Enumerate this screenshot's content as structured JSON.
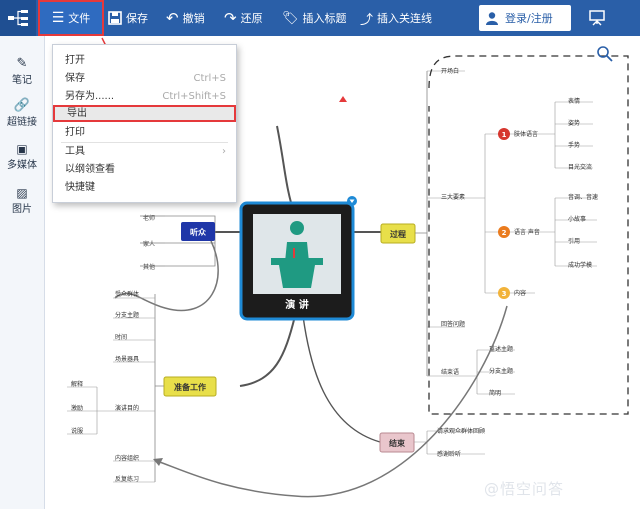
{
  "toolbar": {
    "file": "文件",
    "save": "保存",
    "undo": "撤销",
    "redo": "还原",
    "insert_topic": "插入标题",
    "insert_link": "插入关连线",
    "login": "登录/注册"
  },
  "rail": {
    "notes": "笔记",
    "hyperlink": "超链接",
    "multimedia": "多媒体",
    "picture": "图片"
  },
  "file_menu": [
    {
      "label": "打开",
      "shortcut": ""
    },
    {
      "label": "保存",
      "shortcut": "Ctrl+S"
    },
    {
      "label": "另存为......",
      "shortcut": "Ctrl+Shift+S"
    },
    {
      "label": "导出",
      "shortcut": ""
    },
    {
      "label": "打印",
      "shortcut": ""
    },
    {
      "label": "工具",
      "shortcut": "›"
    },
    {
      "label": "以纲领查看",
      "shortcut": ""
    },
    {
      "label": "快捷键",
      "shortcut": ""
    }
  ],
  "mindmap": {
    "center": "演 讲",
    "audience": "听众",
    "audience_items": [
      "老师",
      "家人",
      "其他"
    ],
    "prep": "准备工作",
    "prep_items": [
      "受众群体",
      "分支主题",
      "时间",
      "场景器具",
      "演讲目的",
      "内容组织",
      "反复练习"
    ],
    "purpose_items": [
      "解释",
      "激励",
      "说服"
    ],
    "process": "过程",
    "process_items": [
      "开场白",
      "三大要素",
      "回答问题",
      "结束语"
    ],
    "elements": [
      "1",
      "2",
      "3"
    ],
    "element_labels": [
      "肢体语言",
      "语言 声音",
      "内容"
    ],
    "body_items": [
      "表情",
      "姿势",
      "手势",
      "目光交流"
    ],
    "voice_items": [
      "音调、音速",
      "小故事",
      "引用",
      "成功学模"
    ],
    "closing_items": [
      "重述主题",
      "分支主题",
      "简明"
    ],
    "end": "结束",
    "end_items": [
      "请求观众群体回顾",
      "感谢聆听"
    ]
  },
  "watermark": "@悟空问答",
  "colors": {
    "toolbar": "#2a5fa8",
    "highlight": "#e5393b",
    "center_border": "#1e8ad6",
    "center_fill": "#1c1c1c",
    "podium": "#1f9a82",
    "yellow": "#e8df4a",
    "blue_node": "#1f36a8",
    "pink_node": "#e9c6cc"
  }
}
